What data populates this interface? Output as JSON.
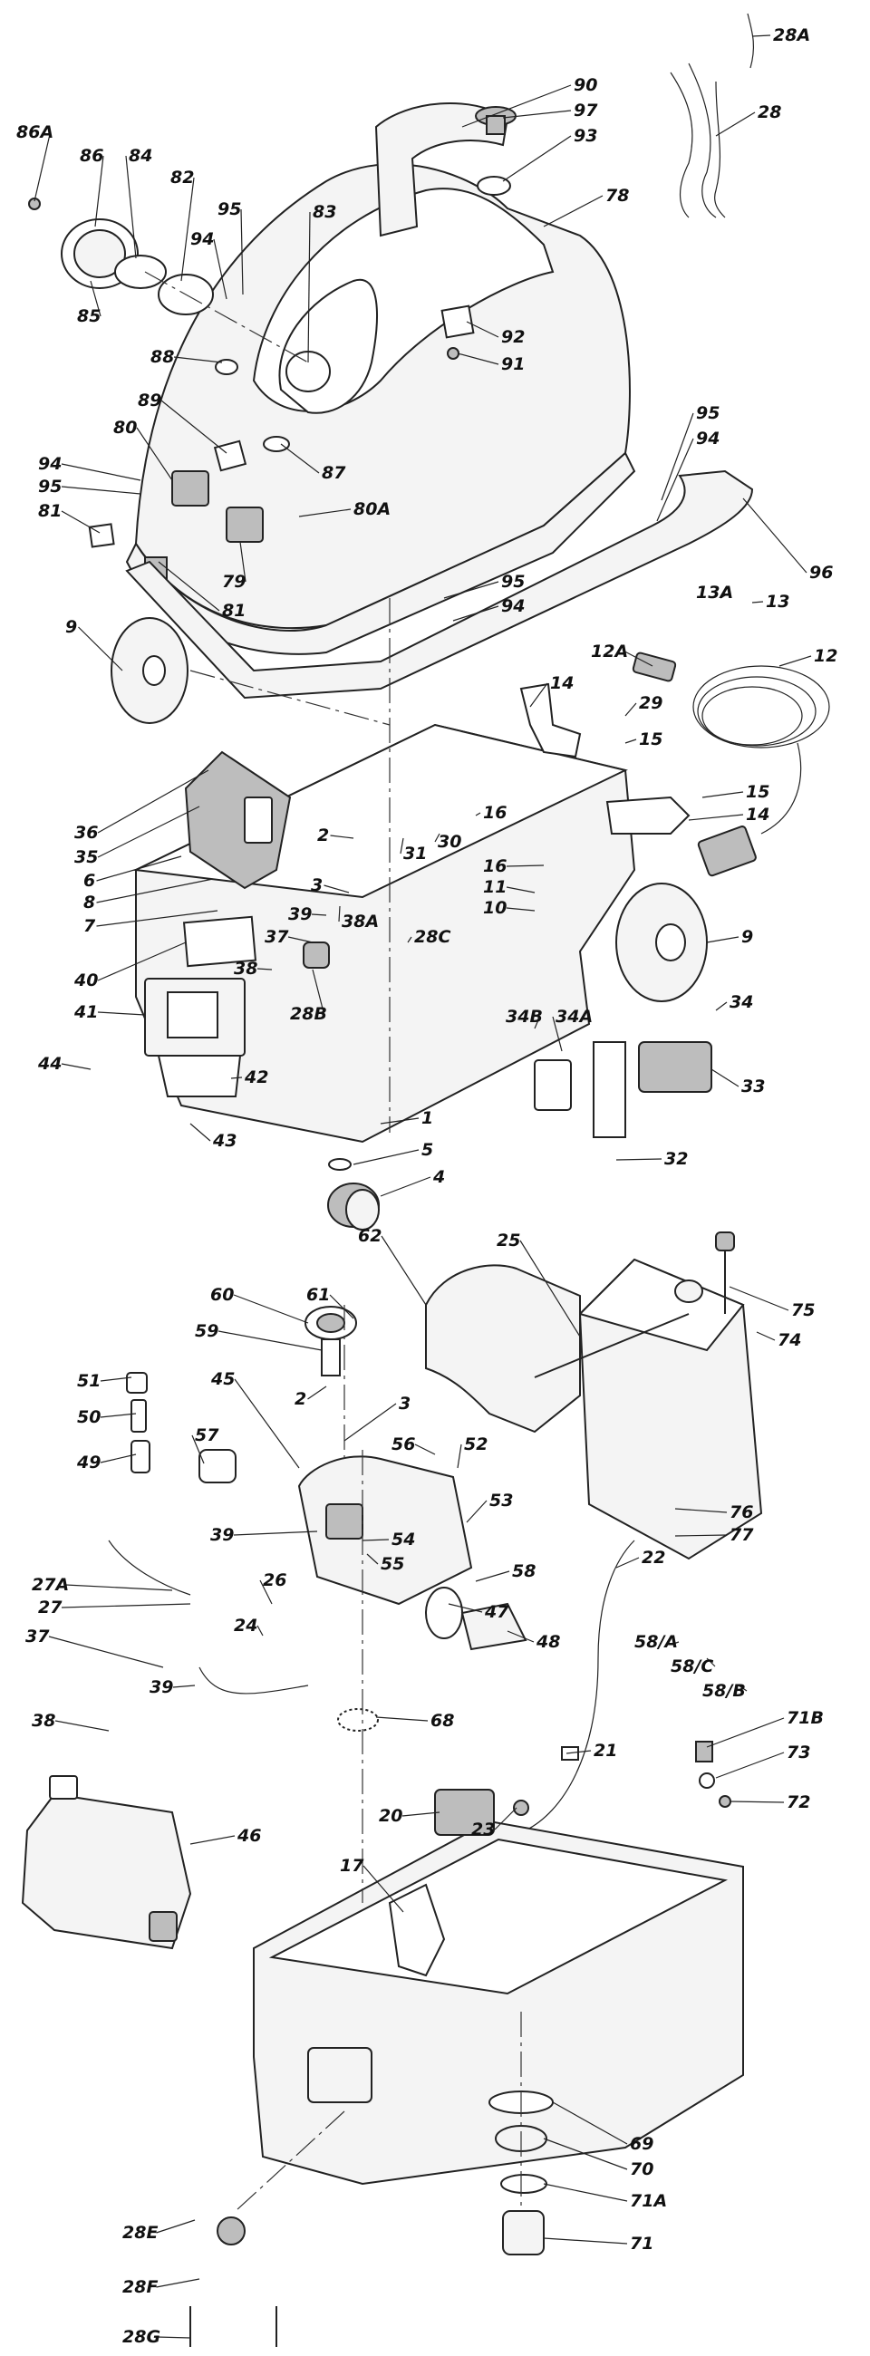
{
  "labels": [
    {
      "id": "p86a",
      "text": "86A"
    },
    {
      "id": "p86",
      "text": "86"
    },
    {
      "id": "p84",
      "text": "84"
    },
    {
      "id": "p82",
      "text": "82"
    },
    {
      "id": "p85",
      "text": "85"
    },
    {
      "id": "p95a",
      "text": "95"
    },
    {
      "id": "p94a",
      "text": "94"
    },
    {
      "id": "p83",
      "text": "83"
    },
    {
      "id": "p90",
      "text": "90"
    },
    {
      "id": "p97",
      "text": "97"
    },
    {
      "id": "p93",
      "text": "93"
    },
    {
      "id": "p78",
      "text": "78"
    },
    {
      "id": "p92",
      "text": "92"
    },
    {
      "id": "p91",
      "text": "91"
    },
    {
      "id": "p28a",
      "text": "28A"
    },
    {
      "id": "p28",
      "text": "28"
    },
    {
      "id": "p88",
      "text": "88"
    },
    {
      "id": "p89",
      "text": "89"
    },
    {
      "id": "p94b",
      "text": "94"
    },
    {
      "id": "p95b",
      "text": "95"
    },
    {
      "id": "p80",
      "text": "80"
    },
    {
      "id": "p81a",
      "text": "81"
    },
    {
      "id": "p87",
      "text": "87"
    },
    {
      "id": "p80a",
      "text": "80A"
    },
    {
      "id": "p79",
      "text": "79"
    },
    {
      "id": "p81b",
      "text": "81"
    },
    {
      "id": "p95c",
      "text": "95"
    },
    {
      "id": "p94c",
      "text": "94"
    },
    {
      "id": "p96",
      "text": "96"
    },
    {
      "id": "p95d",
      "text": "95"
    },
    {
      "id": "p94d",
      "text": "94"
    },
    {
      "id": "p13a",
      "text": "13A"
    },
    {
      "id": "p13",
      "text": "13"
    },
    {
      "id": "p9a",
      "text": "9"
    },
    {
      "id": "p12a",
      "text": "12A"
    },
    {
      "id": "p12",
      "text": "12"
    },
    {
      "id": "p14a",
      "text": "14"
    },
    {
      "id": "p29",
      "text": "29"
    },
    {
      "id": "p15a",
      "text": "15"
    },
    {
      "id": "p15b",
      "text": "15"
    },
    {
      "id": "p14b",
      "text": "14"
    },
    {
      "id": "p36",
      "text": "36"
    },
    {
      "id": "p35",
      "text": "35"
    },
    {
      "id": "p6",
      "text": "6"
    },
    {
      "id": "p8",
      "text": "8"
    },
    {
      "id": "p7",
      "text": "7"
    },
    {
      "id": "p2a",
      "text": "2"
    },
    {
      "id": "p31",
      "text": "31"
    },
    {
      "id": "p30",
      "text": "30"
    },
    {
      "id": "p16a",
      "text": "16"
    },
    {
      "id": "p3a",
      "text": "3"
    },
    {
      "id": "p16b",
      "text": "16"
    },
    {
      "id": "p11",
      "text": "11"
    },
    {
      "id": "p10",
      "text": "10"
    },
    {
      "id": "p39a",
      "text": "39"
    },
    {
      "id": "p38a",
      "text": "38A"
    },
    {
      "id": "p37a",
      "text": "37"
    },
    {
      "id": "p28c",
      "text": "28C"
    },
    {
      "id": "p38b",
      "text": "38"
    },
    {
      "id": "p40",
      "text": "40"
    },
    {
      "id": "p41",
      "text": "41"
    },
    {
      "id": "p28b",
      "text": "28B"
    },
    {
      "id": "p9b",
      "text": "9"
    },
    {
      "id": "p34b",
      "text": "34B"
    },
    {
      "id": "p34a",
      "text": "34A"
    },
    {
      "id": "p34",
      "text": "34"
    },
    {
      "id": "p44",
      "text": "44"
    },
    {
      "id": "p42",
      "text": "42"
    },
    {
      "id": "p1",
      "text": "1"
    },
    {
      "id": "p33",
      "text": "33"
    },
    {
      "id": "p43",
      "text": "43"
    },
    {
      "id": "p5",
      "text": "5"
    },
    {
      "id": "p4",
      "text": "4"
    },
    {
      "id": "p32",
      "text": "32"
    },
    {
      "id": "p62",
      "text": "62"
    },
    {
      "id": "p25",
      "text": "25"
    },
    {
      "id": "p75",
      "text": "75"
    },
    {
      "id": "p60",
      "text": "60"
    },
    {
      "id": "p61",
      "text": "61"
    },
    {
      "id": "p59",
      "text": "59"
    },
    {
      "id": "p74",
      "text": "74"
    },
    {
      "id": "p51",
      "text": "51"
    },
    {
      "id": "p45",
      "text": "45"
    },
    {
      "id": "p50",
      "text": "50"
    },
    {
      "id": "p2b",
      "text": "2"
    },
    {
      "id": "p3b",
      "text": "3"
    },
    {
      "id": "p57",
      "text": "57"
    },
    {
      "id": "p56",
      "text": "56"
    },
    {
      "id": "p52",
      "text": "52"
    },
    {
      "id": "p49",
      "text": "49"
    },
    {
      "id": "p53",
      "text": "53"
    },
    {
      "id": "p76",
      "text": "76"
    },
    {
      "id": "p77",
      "text": "77"
    },
    {
      "id": "p54",
      "text": "54"
    },
    {
      "id": "p39b",
      "text": "39"
    },
    {
      "id": "p55",
      "text": "55"
    },
    {
      "id": "p22",
      "text": "22"
    },
    {
      "id": "p27a",
      "text": "27A"
    },
    {
      "id": "p58",
      "text": "58"
    },
    {
      "id": "p27",
      "text": "27"
    },
    {
      "id": "p26",
      "text": "26"
    },
    {
      "id": "p47",
      "text": "47"
    },
    {
      "id": "p24",
      "text": "24"
    },
    {
      "id": "p48",
      "text": "48"
    },
    {
      "id": "p58a",
      "text": "58/A"
    },
    {
      "id": "p37b",
      "text": "37"
    },
    {
      "id": "p58c",
      "text": "58/C"
    },
    {
      "id": "p58b",
      "text": "58/B"
    },
    {
      "id": "p39c",
      "text": "39"
    },
    {
      "id": "p68",
      "text": "68"
    },
    {
      "id": "p38c",
      "text": "38"
    },
    {
      "id": "p71b",
      "text": "71B"
    },
    {
      "id": "p21",
      "text": "21"
    },
    {
      "id": "p73",
      "text": "73"
    },
    {
      "id": "p72",
      "text": "72"
    },
    {
      "id": "p46",
      "text": "46"
    },
    {
      "id": "p20",
      "text": "20"
    },
    {
      "id": "p23",
      "text": "23"
    },
    {
      "id": "p17",
      "text": "17"
    },
    {
      "id": "p69",
      "text": "69"
    },
    {
      "id": "p70",
      "text": "70"
    },
    {
      "id": "p71a",
      "text": "71A"
    },
    {
      "id": "p28e",
      "text": "28E"
    },
    {
      "id": "p71",
      "text": "71"
    },
    {
      "id": "p28f",
      "text": "28F"
    },
    {
      "id": "p28g",
      "text": "28G"
    }
  ]
}
